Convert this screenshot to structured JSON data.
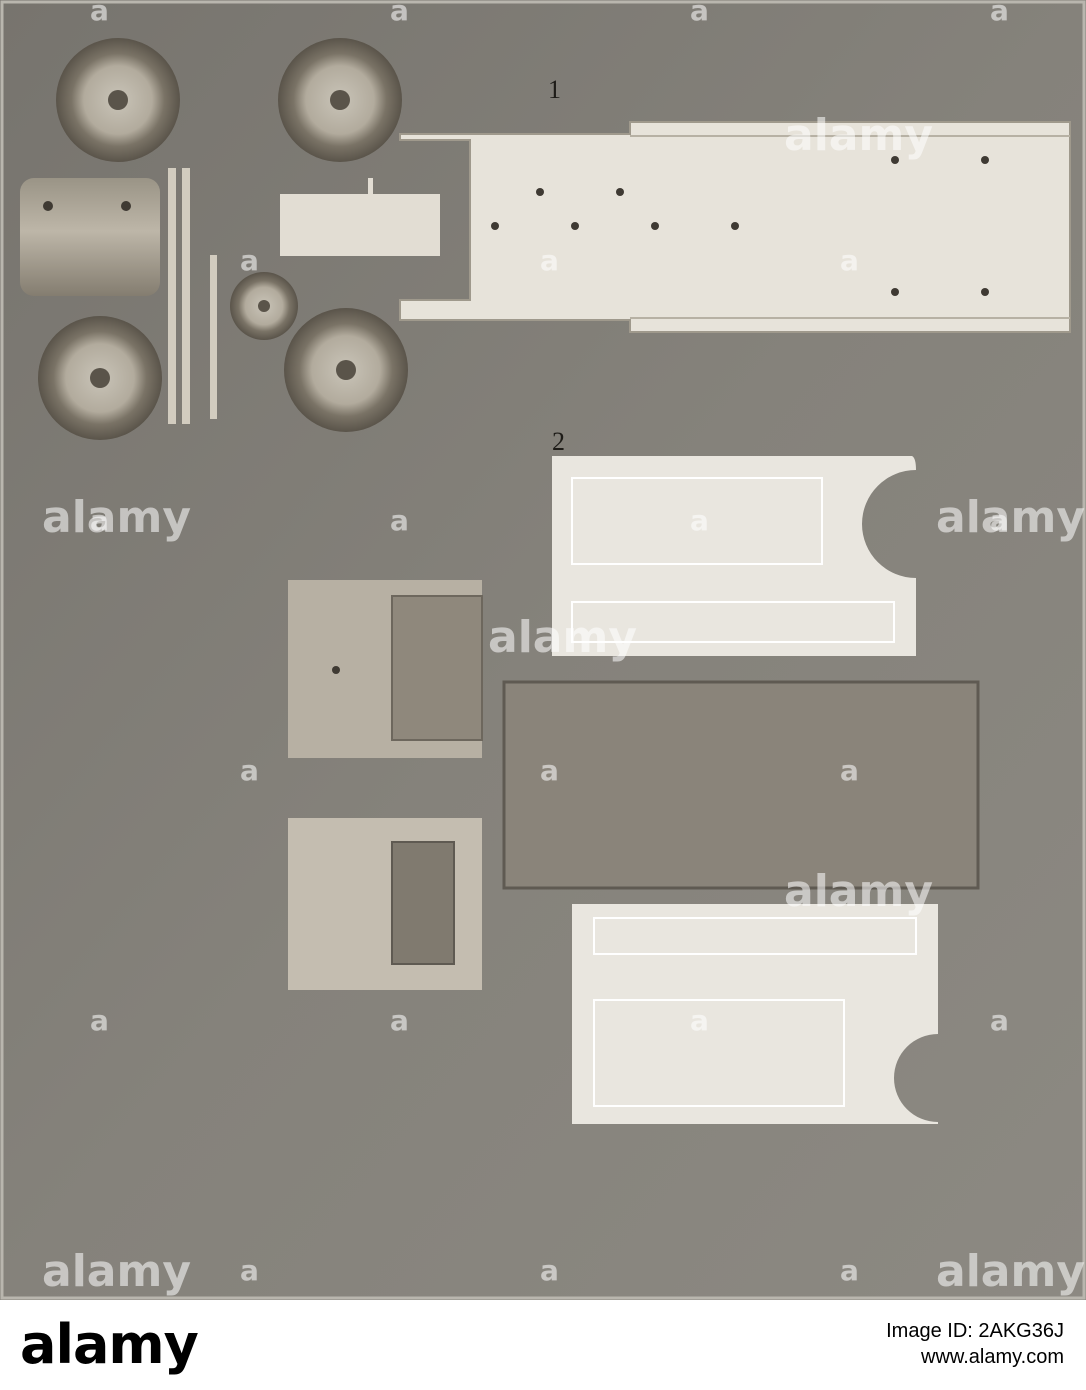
{
  "photo": {
    "label_1": "1",
    "label_2": "2",
    "watermark_word": "alamy",
    "watermark_glyph": "a"
  },
  "footer": {
    "logo_text": "alamy",
    "image_id": "Image ID: 2AKG36J",
    "site": "www.alamy.com"
  },
  "colors": {
    "background": "#7e7b75",
    "wood_light": "#e6e3dc",
    "wood_dark": "#868078",
    "wheel": "#6f695f"
  }
}
